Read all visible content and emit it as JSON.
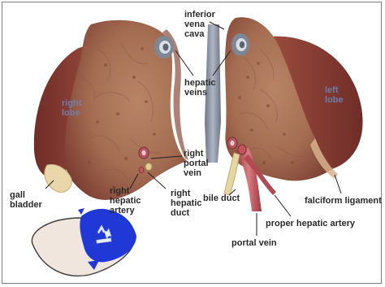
{
  "labels": {
    "inferior_vena_cava": [
      "inferior",
      "vena",
      "cava"
    ],
    "hepatic_veins": [
      "hepatic",
      "veins"
    ],
    "right_lobe": [
      "right",
      "lobe"
    ],
    "left_lobe": [
      "left",
      "lobe"
    ],
    "gall_bladder": [
      "gall",
      "bladder"
    ],
    "right_portal_vein": [
      "right",
      "portal",
      "vein"
    ],
    "right_hepatic_artery": [
      "right",
      "hepatic",
      "artery"
    ],
    "right_hepatic_duct": [
      "right",
      "hepatic",
      "duct"
    ],
    "bile_duct": "bile duct",
    "falciform_ligament": "falciform ligament",
    "proper_hepatic_artery": "proper hepatic artery",
    "portal_vein": "portal vein"
  },
  "icons": {
    "mini_liver": "liver-recycle-icon",
    "recycle": "recycle-icon"
  },
  "colors": {
    "liver_tissue": "#a56e52",
    "liver_outer": "#8b3f33",
    "vein_grey": "#9aa3b1",
    "artery_red": "#c2555c",
    "bile_duct": "#e3d3a0",
    "mini_liver_blue": "#1f38d6",
    "mini_liver_shape": "#f1e6dd"
  }
}
